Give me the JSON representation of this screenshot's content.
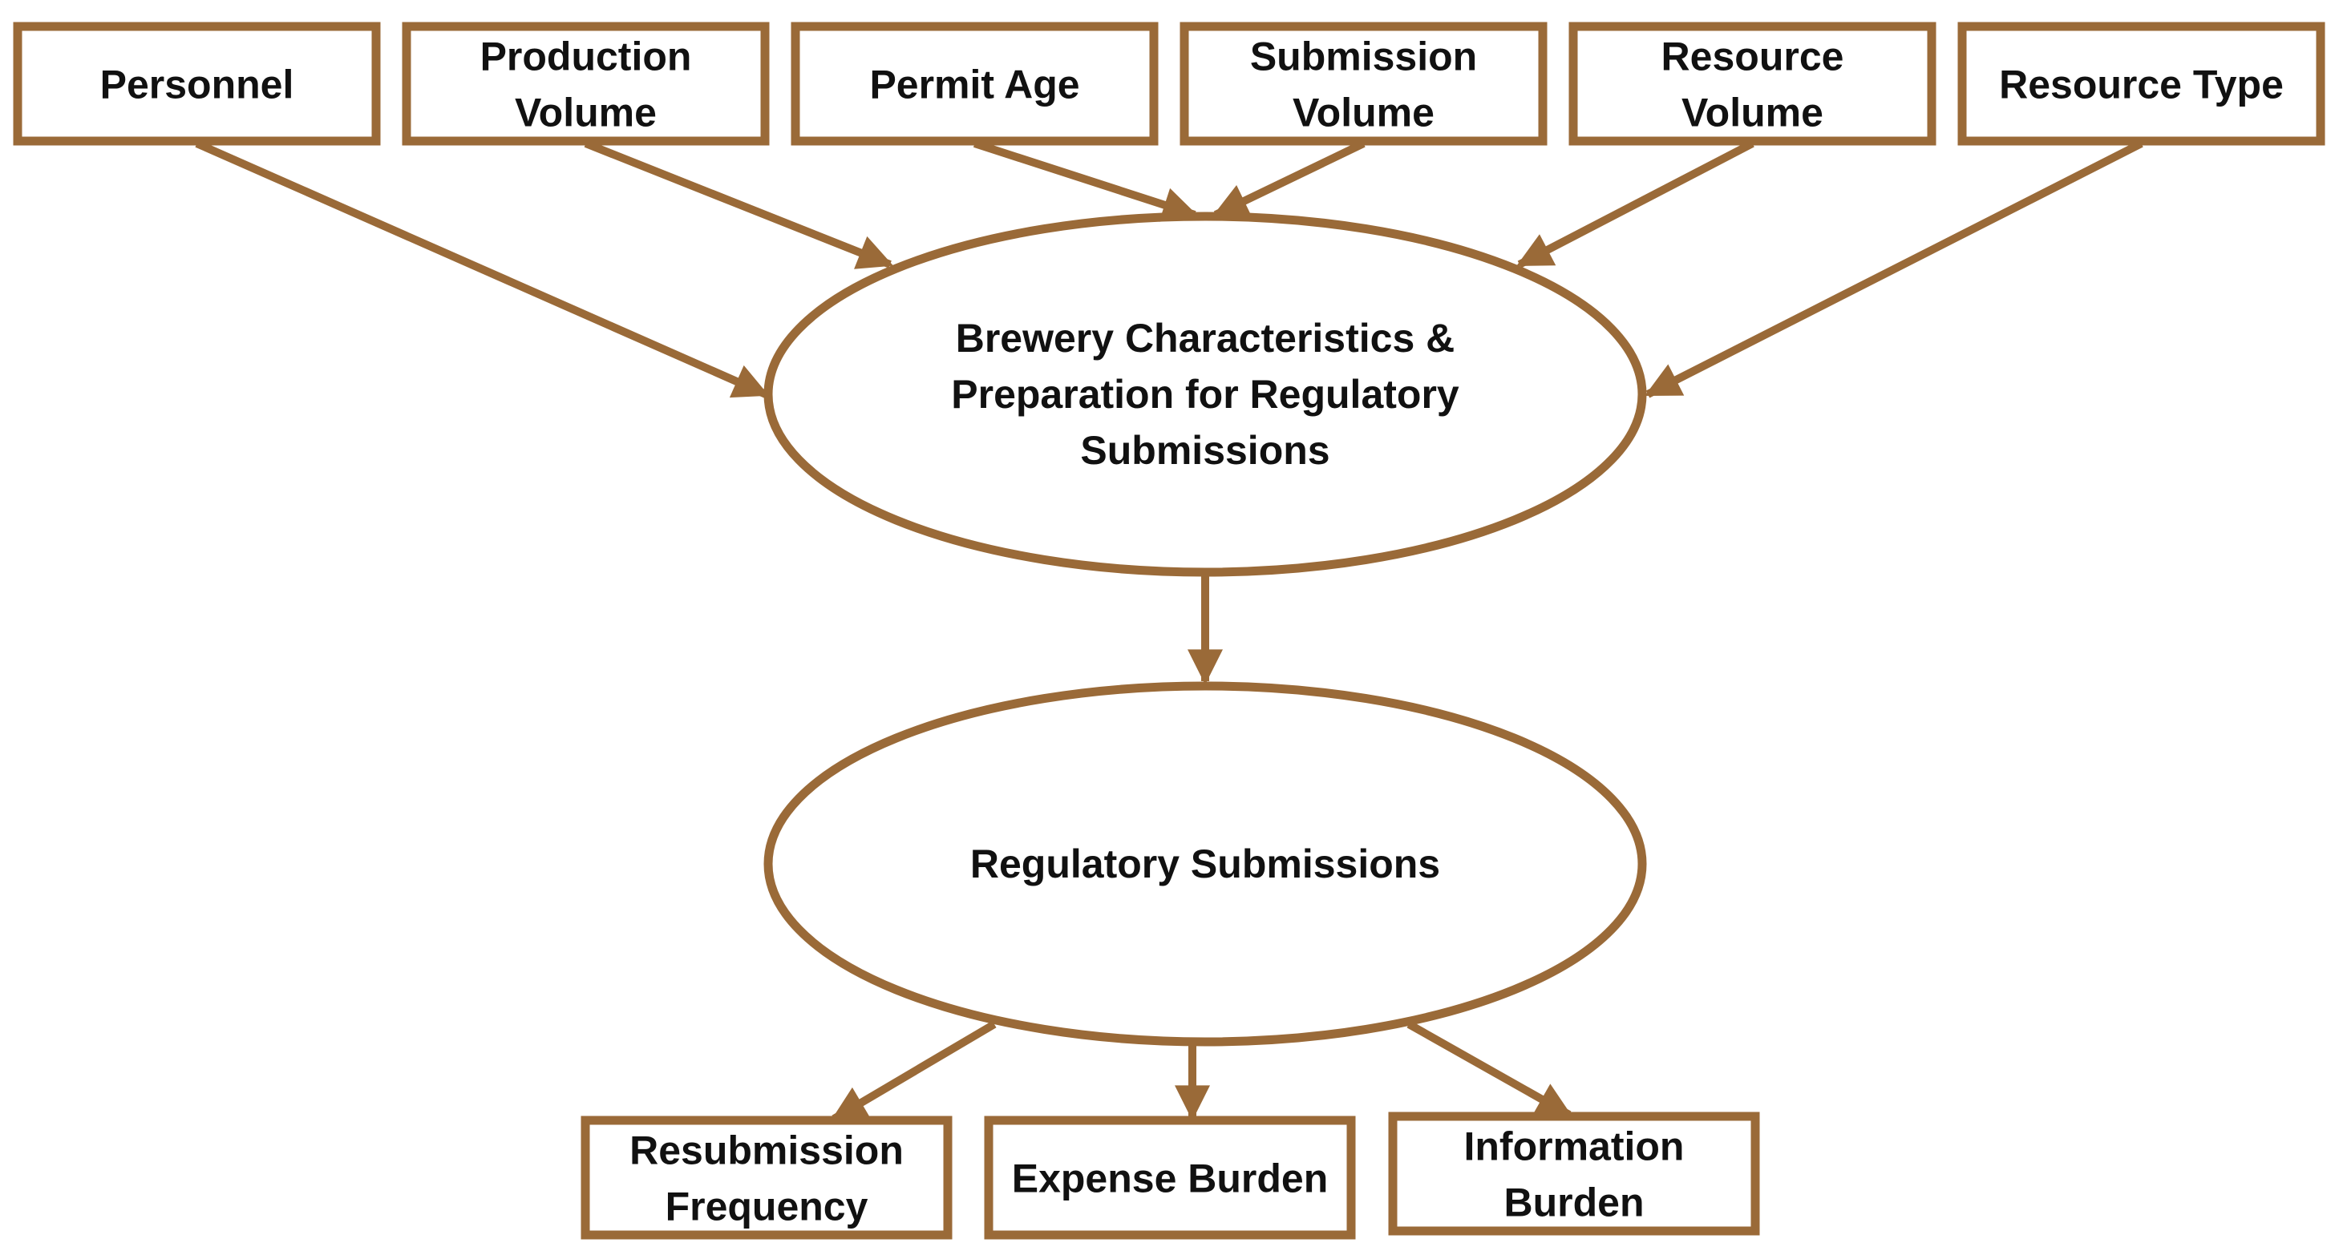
{
  "colors": {
    "stroke": "#9a6a38",
    "text": "#111111",
    "background": "#ffffff"
  },
  "inputs": [
    {
      "id": "personnel",
      "lines": [
        "Personnel"
      ]
    },
    {
      "id": "production-volume",
      "lines": [
        "Production",
        "Volume"
      ]
    },
    {
      "id": "permit-age",
      "lines": [
        "Permit Age"
      ]
    },
    {
      "id": "submission-volume",
      "lines": [
        "Submission",
        "Volume"
      ]
    },
    {
      "id": "resource-volume",
      "lines": [
        "Resource",
        "Volume"
      ]
    },
    {
      "id": "resource-type",
      "lines": [
        "Resource Type"
      ]
    }
  ],
  "central": {
    "lines": [
      "Brewery Characteristics &",
      "Preparation for Regulatory",
      "Submissions"
    ]
  },
  "regulatory": {
    "lines": [
      "Regulatory Submissions"
    ]
  },
  "outputs": [
    {
      "id": "resubmission-frequency",
      "lines": [
        "Resubmission",
        "Frequency"
      ]
    },
    {
      "id": "expense-burden",
      "lines": [
        "Expense Burden"
      ]
    },
    {
      "id": "information-burden",
      "lines": [
        "Information",
        "Burden"
      ]
    }
  ]
}
